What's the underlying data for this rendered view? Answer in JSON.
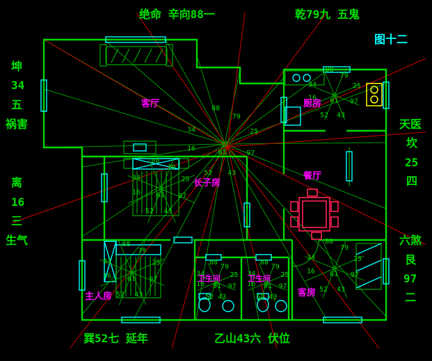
{
  "figure_label": "图十二",
  "compass": {
    "top_left": "绝命 辛向88一",
    "top_right": "乾79九 五鬼",
    "left_upper": [
      "坤",
      "34",
      "五",
      "祸害"
    ],
    "left_lower": [
      "离",
      "16",
      "三",
      "生气"
    ],
    "right_upper": [
      "天医",
      "坎",
      "25",
      "四"
    ],
    "right_lower": [
      "六煞",
      "艮",
      "97",
      "二"
    ],
    "bottom_left": "巽52七 延年",
    "bottom_right": "乙山43六 伏位"
  },
  "rooms": {
    "living_room": "客厅",
    "kitchen": "厨房",
    "eldest_son_room": "长子房",
    "dining_room": "餐厅",
    "master_bedroom": "主人房",
    "bathroom_left": "卫生间",
    "bathroom_right": "卫生间",
    "guest_room": "客房"
  },
  "hub_numbers": [
    "88",
    "79",
    "34",
    "16",
    "25",
    "97",
    "52",
    "43",
    "61"
  ],
  "colors": {
    "background": "#000000",
    "wall_green": "#00d900",
    "line_green": "#009900",
    "accent_cyan": "#00ffff",
    "label_magenta": "#ff00ff",
    "sector_red": "#cc0000",
    "stove_yellow": "#ffff00"
  }
}
